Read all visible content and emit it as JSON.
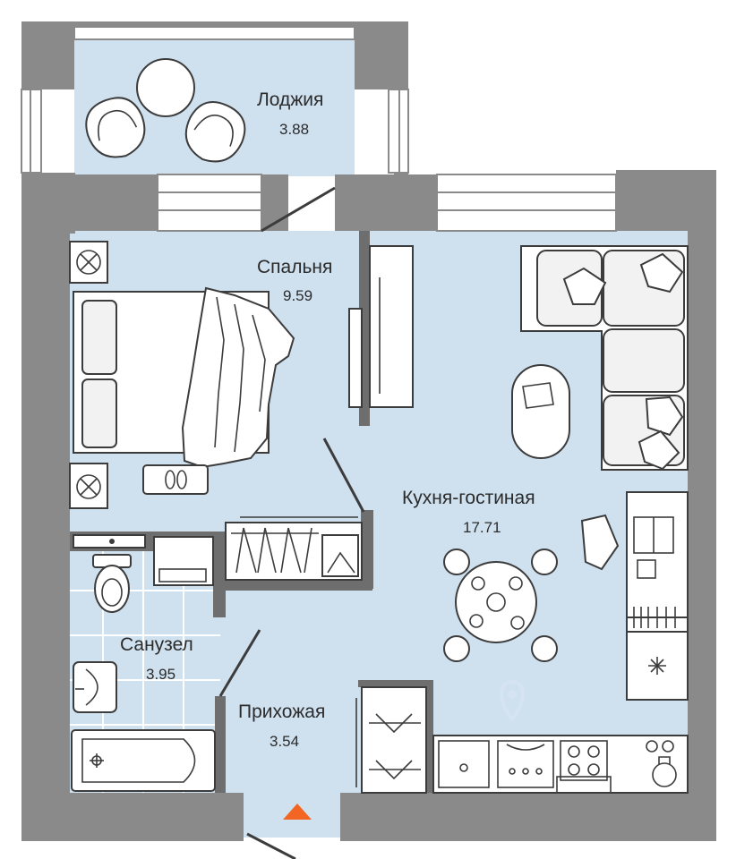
{
  "rooms": {
    "loggia": {
      "name": "Лоджия",
      "area": "3.88"
    },
    "bedroom": {
      "name": "Спальня",
      "area": "9.59"
    },
    "kitchen_living": {
      "name": "Кухня-гостиная",
      "area": "17.71"
    },
    "bathroom": {
      "name": "Санузел",
      "area": "3.95"
    },
    "hallway": {
      "name": "Прихожая",
      "area": "3.54"
    }
  },
  "colors": {
    "floor": "#cfe0ef",
    "wall": "#8a8a8a",
    "entrance_marker": "#f26522"
  },
  "icons": {
    "entrance": "entrance-arrow-icon",
    "watermark": "location-pin-icon"
  }
}
